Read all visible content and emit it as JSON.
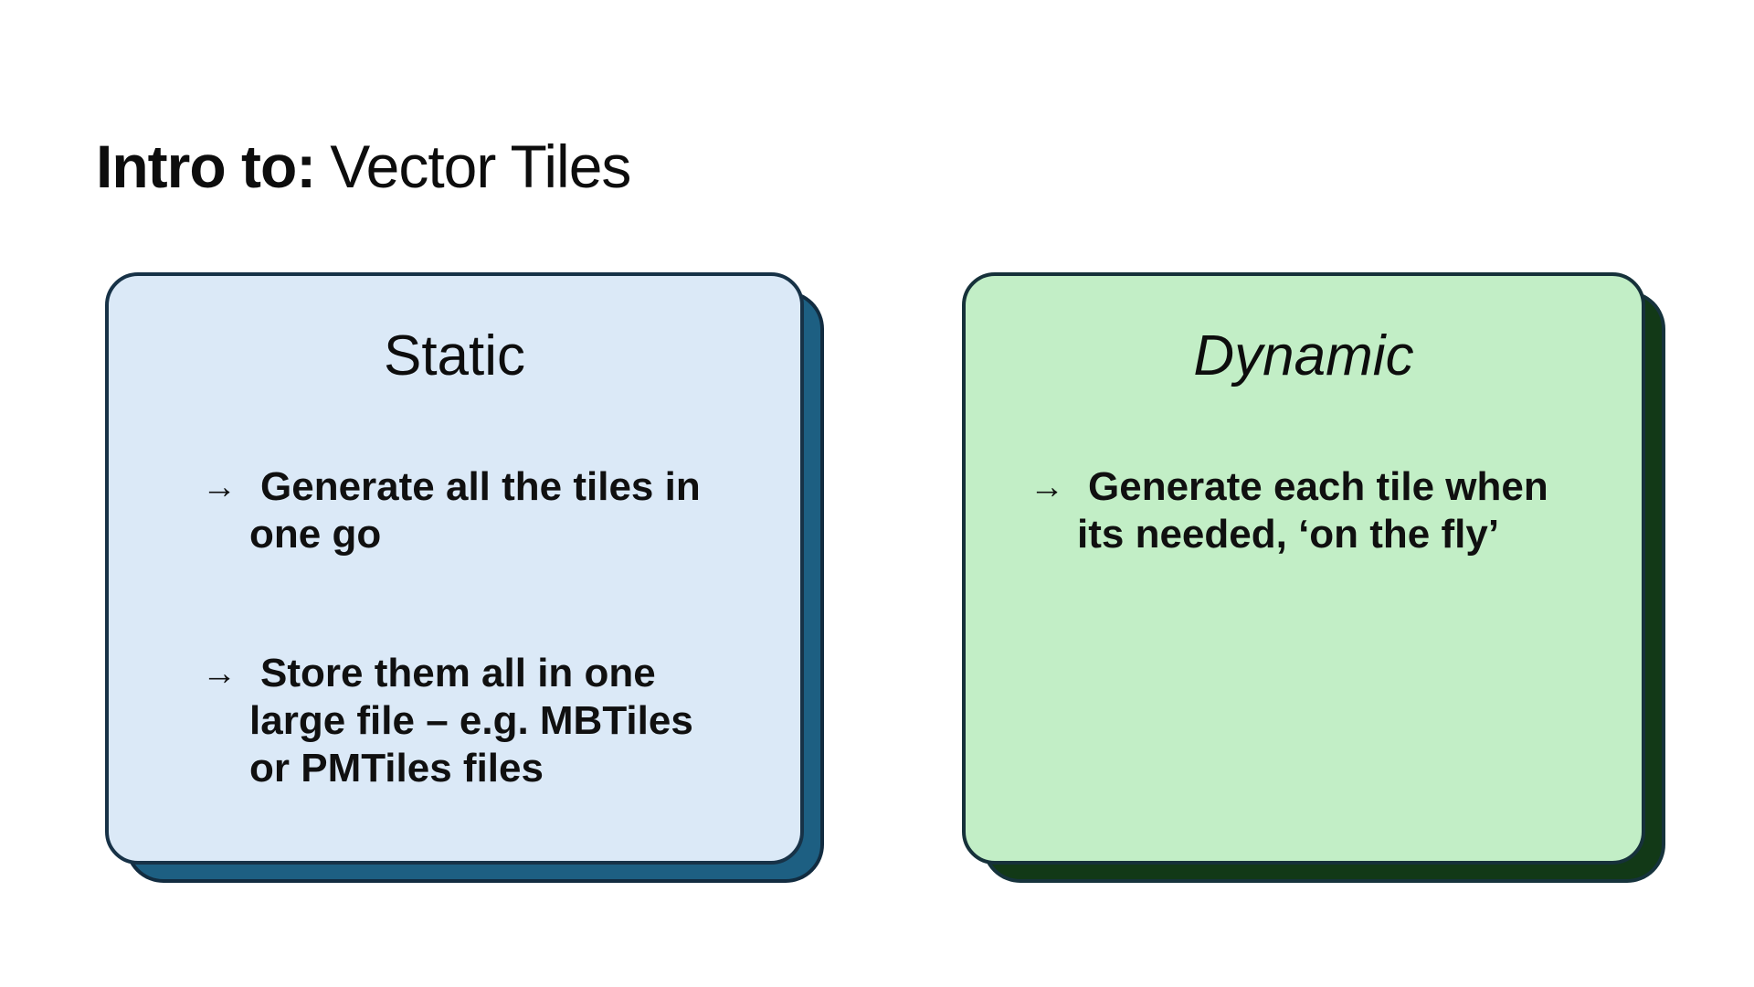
{
  "slide": {
    "background": "#ffffff",
    "text_color": "#0d0d0d",
    "title": {
      "prefix": "Intro to:",
      "main": "Vector Tiles"
    }
  },
  "cards": [
    {
      "title": "Static",
      "fill": "#dbe9f7",
      "border": "#173247",
      "shadow_fill": "#1d5f82",
      "shadow_border": "#122c40",
      "bullets": [
        {
          "arrow": "→",
          "lines": [
            "Generate all the tiles in",
            "one go"
          ]
        },
        {
          "arrow": "→",
          "lines": [
            "Store them all in one",
            "large file – e.g. MBTiles",
            "or PMTiles files"
          ]
        }
      ]
    },
    {
      "title": "Dynamic",
      "fill": "#c2eec6",
      "border": "#16313a",
      "shadow_fill": "#123917",
      "shadow_border": "#16333c",
      "bullets": [
        {
          "arrow": "→",
          "lines": [
            "Generate each tile when",
            "its needed, ‘on the fly’"
          ]
        }
      ]
    }
  ]
}
